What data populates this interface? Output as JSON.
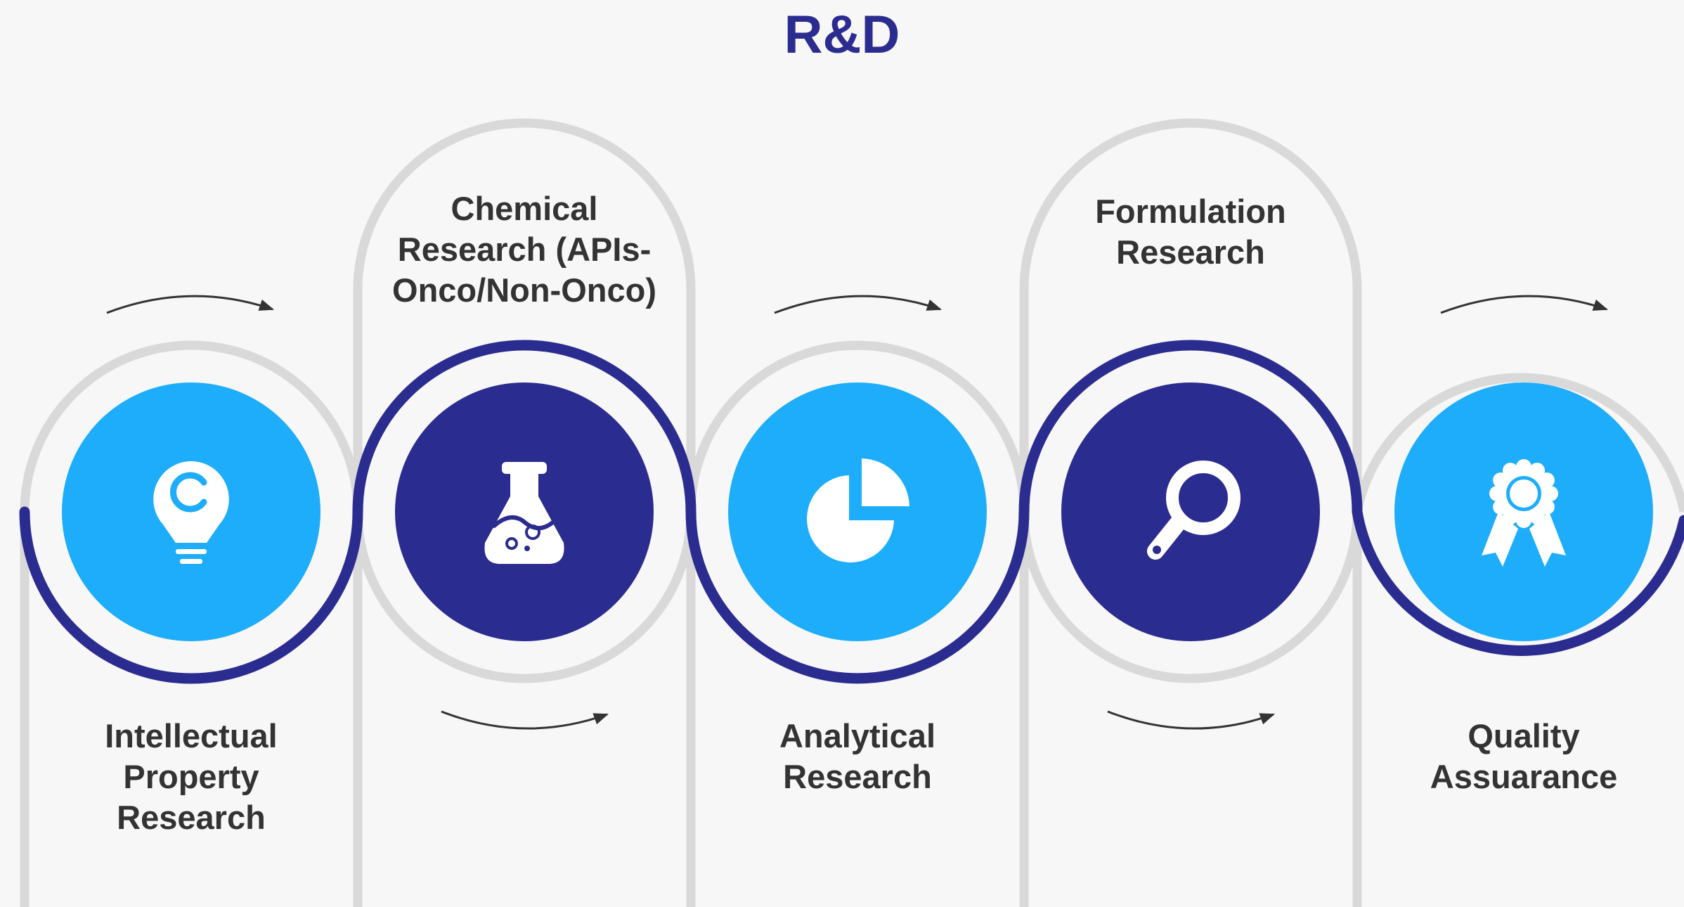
{
  "title": "R&D",
  "colors": {
    "light_circle": "#1eadfb",
    "dark_circle": "#2b2c8f",
    "ring": "#2b2c8f",
    "capsule_outline": "#d9d9d9",
    "text": "#333333",
    "arrow": "#333333"
  },
  "steps": [
    {
      "label": "Intellectual\nProperty\nResearch",
      "icon": "lightbulb-copyright-icon",
      "style": "light"
    },
    {
      "label": "Chemical\nResearch (APIs-\nOnco/Non-Onco)",
      "icon": "flask-icon",
      "style": "dark"
    },
    {
      "label": "Analytical\nResearch",
      "icon": "pie-chart-icon",
      "style": "light"
    },
    {
      "label": "Formulation\nResearch",
      "icon": "magnifier-icon",
      "style": "dark"
    },
    {
      "label": "Quality\nAssuarance",
      "icon": "award-ribbon-icon",
      "style": "light"
    }
  ]
}
